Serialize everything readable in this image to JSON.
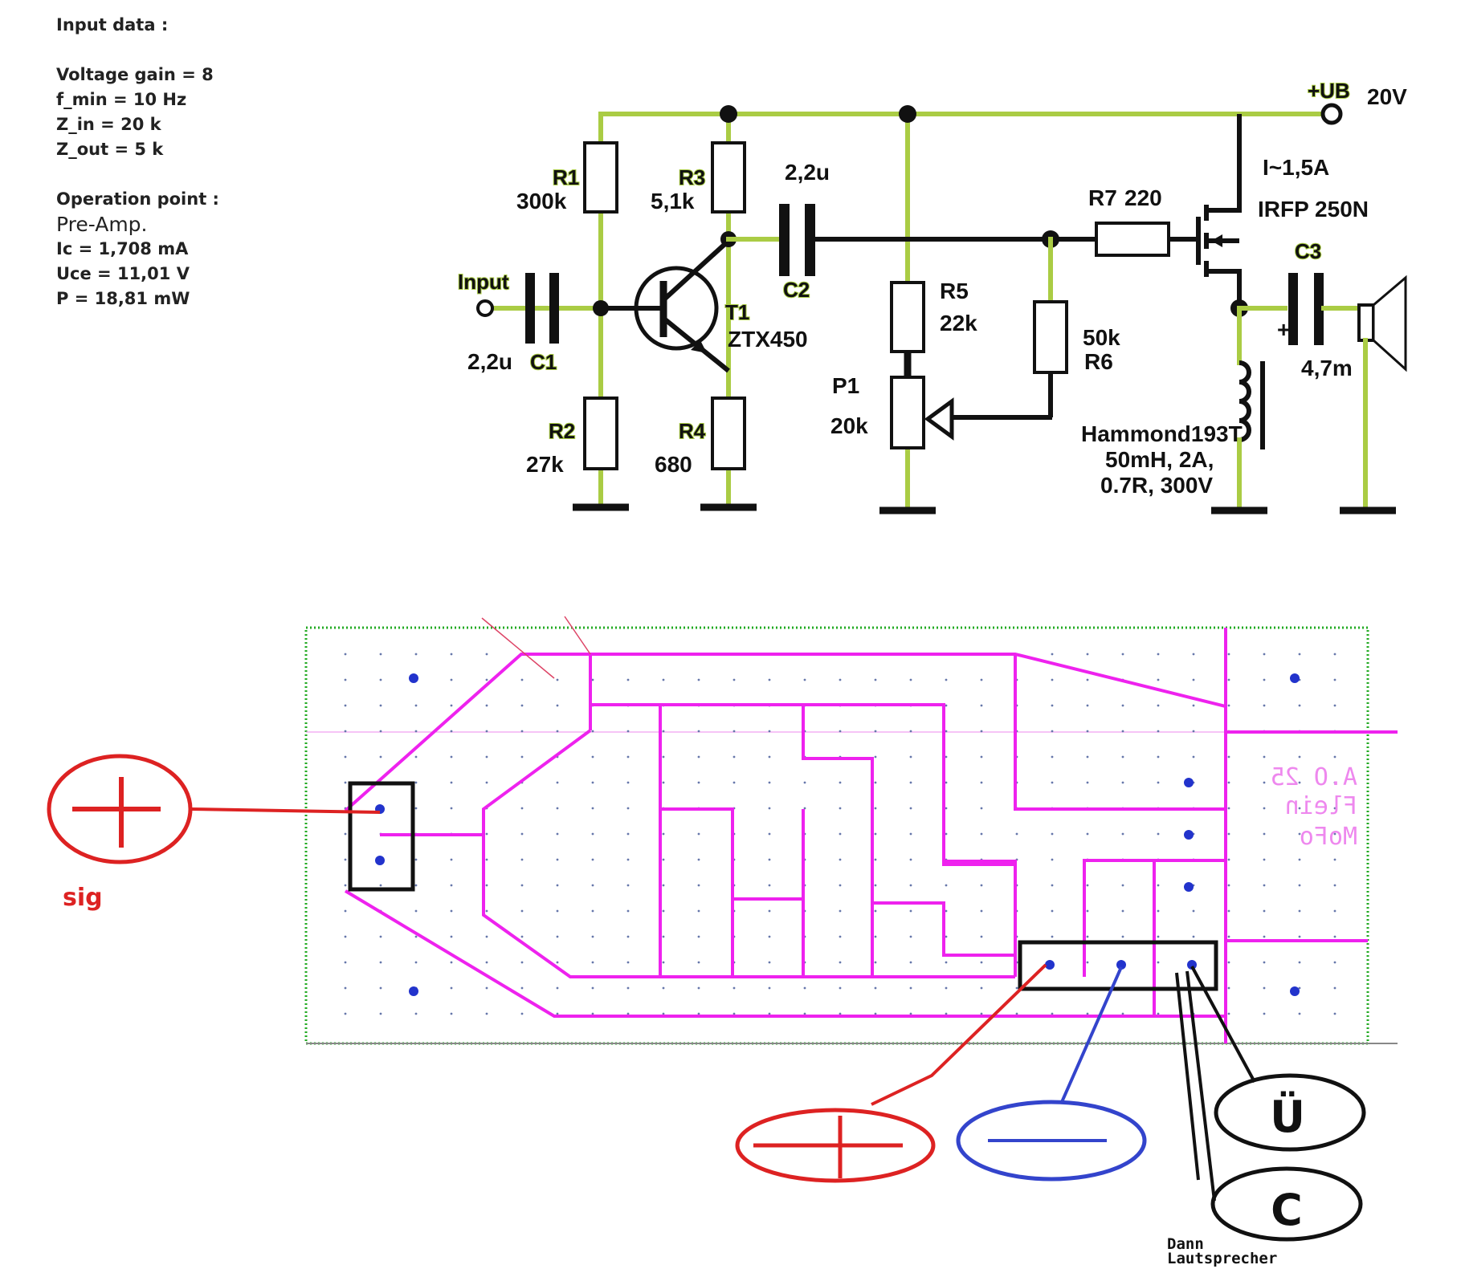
{
  "notes": {
    "heading": "Input data :",
    "gain": "Voltage gain = 8",
    "fmin": "f_min = 10 Hz",
    "zin": "Z_in = 20 k",
    "zout": "Z_out = 5 k",
    "op_heading": "Operation point :",
    "preamp": "Pre-Amp.",
    "ic": "Ic = 1,708 mA",
    "uce": "Uce = 11,01 V",
    "power": "P = 18,81 mW"
  },
  "schematic": {
    "ub_label": "+UB",
    "ub_value": "20V",
    "current": "I~1,5A",
    "mosfet": "IRFP 250N",
    "r1_ref": "R1",
    "r1_val": "300k",
    "r3_ref": "R3",
    "r3_val": "5,1k",
    "c2_val": "2,2u",
    "c2_ref": "C2",
    "r7": "R7",
    "r7_val": "220",
    "c3_ref": "C3",
    "c3_val": "4,7m",
    "c3_plus": "+",
    "input": "Input",
    "c1_val": "2,2u",
    "c1_ref": "C1",
    "t1_ref": "T1",
    "t1_type": "ZTX450",
    "r5_ref": "R5",
    "r5_val": "22k",
    "r6_val": "50k",
    "r6_ref": "R6",
    "p1_ref": "P1",
    "p1_val": "20k",
    "r2_ref": "R2",
    "r2_val": "27k",
    "r4_ref": "R4",
    "r4_val": "680",
    "choke_1": "Hammond193T",
    "choke_2": "50mH, 2A,",
    "choke_3": "0.7R, 300V"
  },
  "pcb": {
    "text_1": "A.O 25",
    "text_2": "Flein",
    "text_3": "MoFo"
  },
  "wiring": {
    "sig": "sig",
    "u_label": "Ü",
    "c_label": "C",
    "speaker_1": "Dann",
    "speaker_2": "Lautsprecher"
  },
  "colors": {
    "wire": "#aacc44",
    "trace": "#ee22ee",
    "positive": "#dd2222",
    "negative": "#3344cc"
  }
}
